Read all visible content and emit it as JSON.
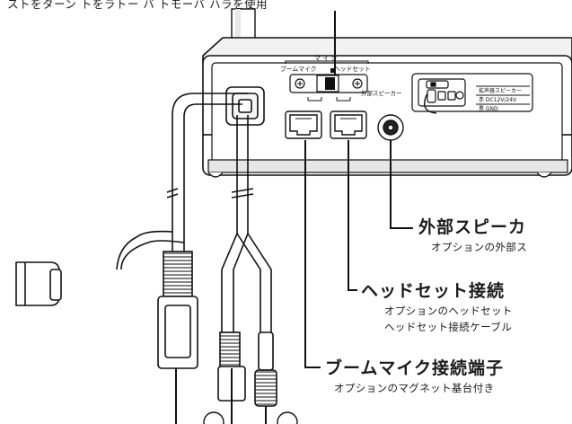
{
  "top_text": "ストをターン トをラトー バ トモーバ ハラを使用",
  "panel": {
    "mic_group": "マ イ ク",
    "boom_mic": "ブームマイク",
    "headset": "ヘッドセット",
    "ext_speaker": "外部スピーカー",
    "box_speaker": "拡声器スピーカー",
    "box_red": "赤 DC12V/24V",
    "box_black": "黒 GND"
  },
  "callouts": [
    {
      "title": "外部スピーカ",
      "lines": [
        "オプションの外部ス"
      ]
    },
    {
      "title": "ヘッドセット接続",
      "lines": [
        "オプションのヘッドセット",
        "ヘッドセット接続ケーブル"
      ]
    },
    {
      "title": "ブームマイク接続端子",
      "lines": [
        "オプションのマグネット基台付き"
      ]
    }
  ]
}
